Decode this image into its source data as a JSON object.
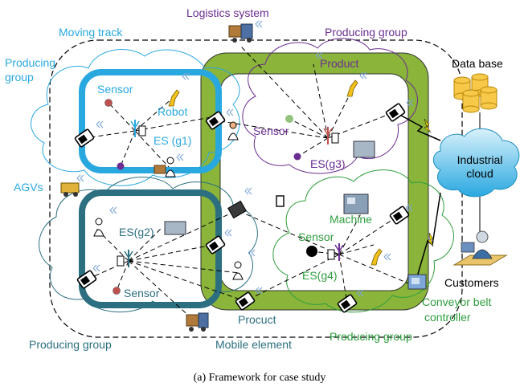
{
  "labels": {
    "logistics": "Logistics system",
    "moving_track": "Moving track",
    "producing_group_tr": "Producing group",
    "producing_group_tl_1": "Producing",
    "producing_group_tl_2": "group",
    "product_top": "Product",
    "data_base": "Data base",
    "sensor_g1": "Sensor",
    "robot": "Robot",
    "es_g1": "ES (g1)",
    "sensor_g3": "Sensor",
    "es_g3": "ES(g3)",
    "industrial_1": "Industrial",
    "industrial_2": "cloud",
    "agvs": "AGVs",
    "es_g2": "ES(g2)",
    "machine": "Machine",
    "sensor_g4": "Sensor",
    "es_g4": "ES(g4)",
    "sensor_g2": "Sensor",
    "customers": "Customers",
    "procuct": "Procuct",
    "conveyor_1": "Conveyor belt",
    "conveyor_2": "controller",
    "producing_group_bl": "Producing group",
    "mobile_element": "Mobile element",
    "producing_group_br": "Producing group",
    "caption": "(a) Framework for case study"
  },
  "colors": {
    "g1": "#29a8e0",
    "g2": "#2b6f80",
    "g3": "#6b2d91",
    "g4": "#2e9e3e",
    "track": "#8ab43a",
    "cloud": "#2aa7df"
  }
}
